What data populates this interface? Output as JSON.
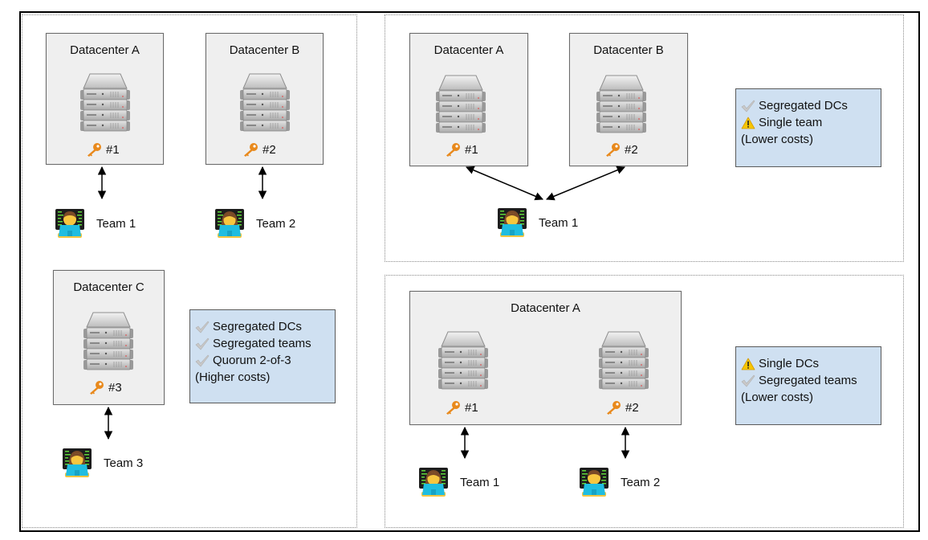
{
  "left_panel": {
    "datacenters": [
      {
        "title": "Datacenter A",
        "key_label": "#1"
      },
      {
        "title": "Datacenter B",
        "key_label": "#2"
      },
      {
        "title": "Datacenter C",
        "key_label": "#3"
      }
    ],
    "teams": [
      "Team 1",
      "Team 2",
      "Team 3"
    ],
    "info": {
      "items": [
        {
          "icon": "check",
          "text": "Segregated DCs"
        },
        {
          "icon": "check",
          "text": "Segregated teams"
        },
        {
          "icon": "check",
          "text": "Quorum 2-of-3"
        }
      ],
      "note": "(Higher costs)"
    }
  },
  "top_right_panel": {
    "datacenters": [
      {
        "title": "Datacenter A",
        "key_label": "#1"
      },
      {
        "title": "Datacenter B",
        "key_label": "#2"
      }
    ],
    "teams": [
      "Team 1"
    ],
    "info": {
      "items": [
        {
          "icon": "check",
          "text": "Segregated DCs"
        },
        {
          "icon": "warning",
          "text": "Single team"
        }
      ],
      "note": "(Lower costs)"
    }
  },
  "bottom_right_panel": {
    "datacenter": {
      "title": "Datacenter A",
      "key_labels": [
        "#1",
        "#2"
      ]
    },
    "teams": [
      "Team 1",
      "Team 2"
    ],
    "info": {
      "items": [
        {
          "icon": "warning",
          "text": "Single DCs"
        },
        {
          "icon": "check",
          "text": "Segregated teams"
        }
      ],
      "note": "(Lower costs)"
    }
  },
  "colors": {
    "info_box_bg": "#cfe0f1",
    "datacenter_bg": "#efefef",
    "key_orange": "#e8891c",
    "warning_yellow": "#f7c600"
  }
}
